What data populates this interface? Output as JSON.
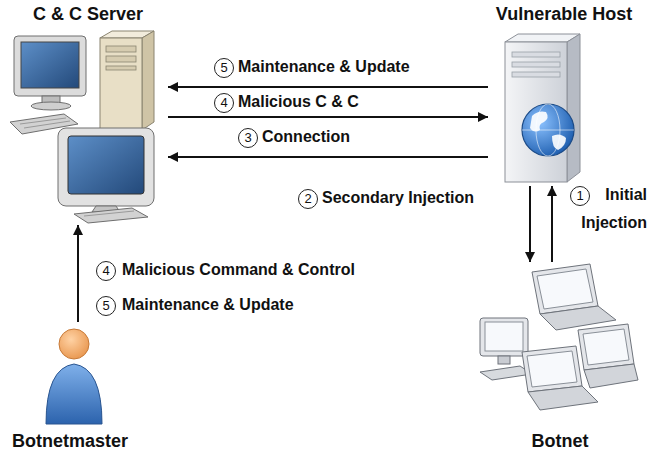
{
  "diagram": {
    "nodes": [
      {
        "text": [
          "C & C Server"
        ]
      },
      {
        "text": [
          "Vulnerable Host"
        ]
      },
      {
        "text": [
          "Botnetmaster"
        ]
      },
      {
        "text": [
          "Botnet"
        ]
      }
    ],
    "edges": [
      {
        "from": 1,
        "to": 0,
        "arrow": "to",
        "label": "Maintenance & Update"
      },
      {
        "from": 0,
        "to": 1,
        "arrow": "to",
        "label": "Malicious C & C"
      },
      {
        "from": 1,
        "to": 0,
        "arrow": "to",
        "label": "Connection"
      },
      {
        "from": 1,
        "to": 3,
        "arrow": "to",
        "label": "Secondary Injection"
      },
      {
        "from": 3,
        "to": 1,
        "arrow": "to",
        "label": "Initial Injection"
      },
      {
        "from": 2,
        "to": 0,
        "arrow": "to",
        "label": "Malicious Command & Control"
      }
    ],
    "labels": [
      "5",
      "4",
      "3",
      "2",
      "1",
      "4",
      "5",
      "Maintenance & Update"
    ]
  }
}
